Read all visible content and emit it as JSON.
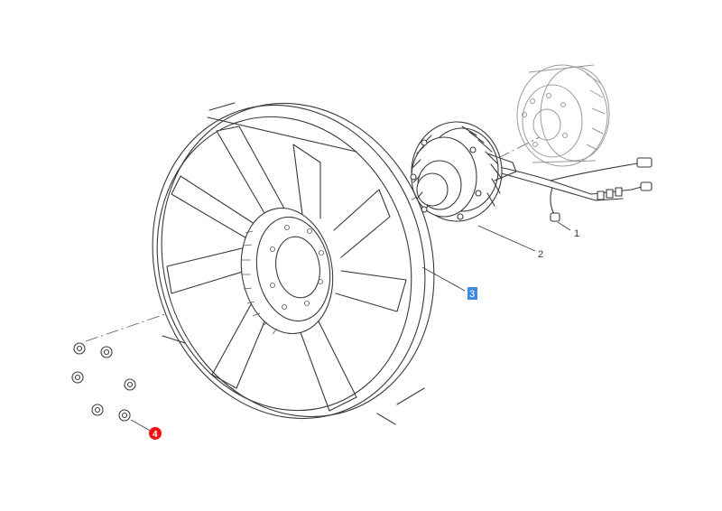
{
  "callouts": [
    {
      "id": "1",
      "label": "1",
      "style": "plain",
      "color": "#333333"
    },
    {
      "id": "2",
      "label": "2",
      "style": "plain",
      "color": "#333333"
    },
    {
      "id": "3",
      "label": "3",
      "style": "selected",
      "color": "#3d8be0"
    },
    {
      "id": "4",
      "label": "4",
      "style": "highlighted",
      "color": "#ee1111"
    }
  ],
  "icons": [
    "fan-drawing",
    "viscous-clutch-drawing",
    "pulley-drawing",
    "wiring-harness-drawing",
    "nut-drawing"
  ]
}
